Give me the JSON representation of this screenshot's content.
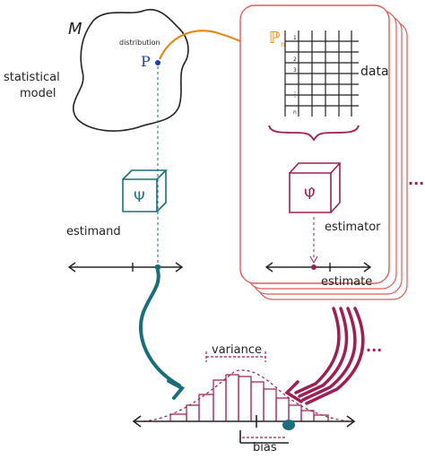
{
  "diagram": {
    "model_symbol": "M",
    "model_label_line1": "statistical",
    "model_label_line2": "model",
    "distribution_label": "distribution",
    "distribution_symbol": "P",
    "empirical_symbol": "ℙ",
    "empirical_subscript": "n",
    "data_label": "data",
    "table_row_labels": [
      "1",
      "2",
      "3",
      "⋮",
      "n"
    ],
    "estimand_label": "estimand",
    "estimand_cube_symbol": "Ψ",
    "estimator_label": "estimator",
    "estimator_cube_symbol": "Ψ̂",
    "estimate_label": "estimate",
    "variance_label": "variance",
    "bias_label": "bias",
    "ellipsis_right": "...",
    "ellipsis_bottom": "..."
  },
  "colors": {
    "ink": "#222222",
    "blue_dot": "#1d3fb5",
    "teal": "#1a6e7a",
    "orange": "#e08a1a",
    "maroon": "#9c1f55",
    "red_frame": "#e05a5a"
  }
}
